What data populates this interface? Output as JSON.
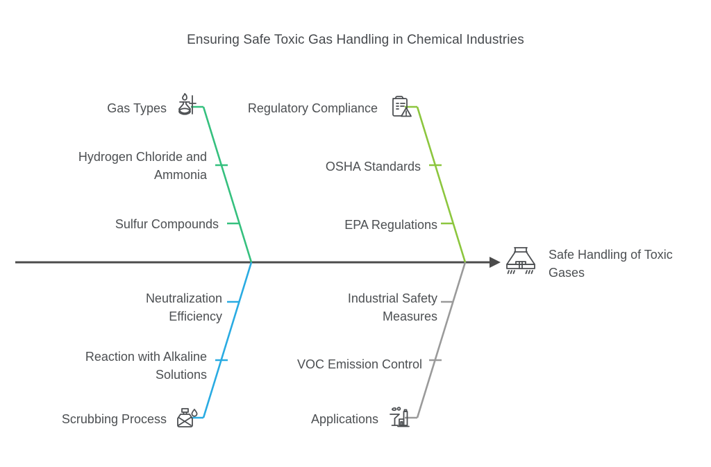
{
  "diagram": {
    "type": "fishbone",
    "title": "Ensuring Safe Toxic Gas Handling in Chemical Industries",
    "head": {
      "label": "Safe Handling of Toxic\nGases",
      "icon": "fume-hood-icon"
    },
    "spine": {
      "color": "#4b4b4b",
      "arrow": "arrow-right"
    },
    "branches": [
      {
        "id": "gas-types",
        "position": "top-left",
        "color": "#35c07e",
        "category": "Gas Types",
        "icon": "bunsen-burner-icon",
        "causes": [
          "Hydrogen Chloride and\nAmmonia",
          "Sulfur Compounds"
        ]
      },
      {
        "id": "regulatory-compliance",
        "position": "top-right",
        "color": "#8cc63e",
        "category": "Regulatory Compliance",
        "icon": "clipboard-warning-icon",
        "causes": [
          "OSHA Standards",
          "EPA Regulations"
        ]
      },
      {
        "id": "neutralization",
        "position": "bottom-left",
        "color": "#29abe2",
        "category": "Scrubbing Process",
        "icon": "chemical-canister-icon",
        "causes": [
          "Neutralization\nEfficiency",
          "Reaction with Alkaline\nSolutions"
        ]
      },
      {
        "id": "industrial-safety",
        "position": "bottom-right",
        "color": "#9a9a9a",
        "category": "Applications",
        "icon": "factory-icon",
        "causes": [
          "Industrial Safety\nMeasures",
          "VOC Emission Control"
        ]
      }
    ]
  },
  "labels": {
    "tl_cat": "Gas Types",
    "tl_c1": "Hydrogen Chloride and\nAmmonia",
    "tl_c2": "Sulfur Compounds",
    "tr_cat": "Regulatory Compliance",
    "tr_c1": "OSHA Standards",
    "tr_c2": "EPA Regulations",
    "bl_c1": "Neutralization\nEfficiency",
    "bl_c2": "Reaction with Alkaline\nSolutions",
    "bl_cat": "Scrubbing Process",
    "br_c1": "Industrial Safety\nMeasures",
    "br_c2": "VOC Emission Control",
    "br_cat": "Applications",
    "head": "Safe Handling of Toxic\nGases"
  }
}
